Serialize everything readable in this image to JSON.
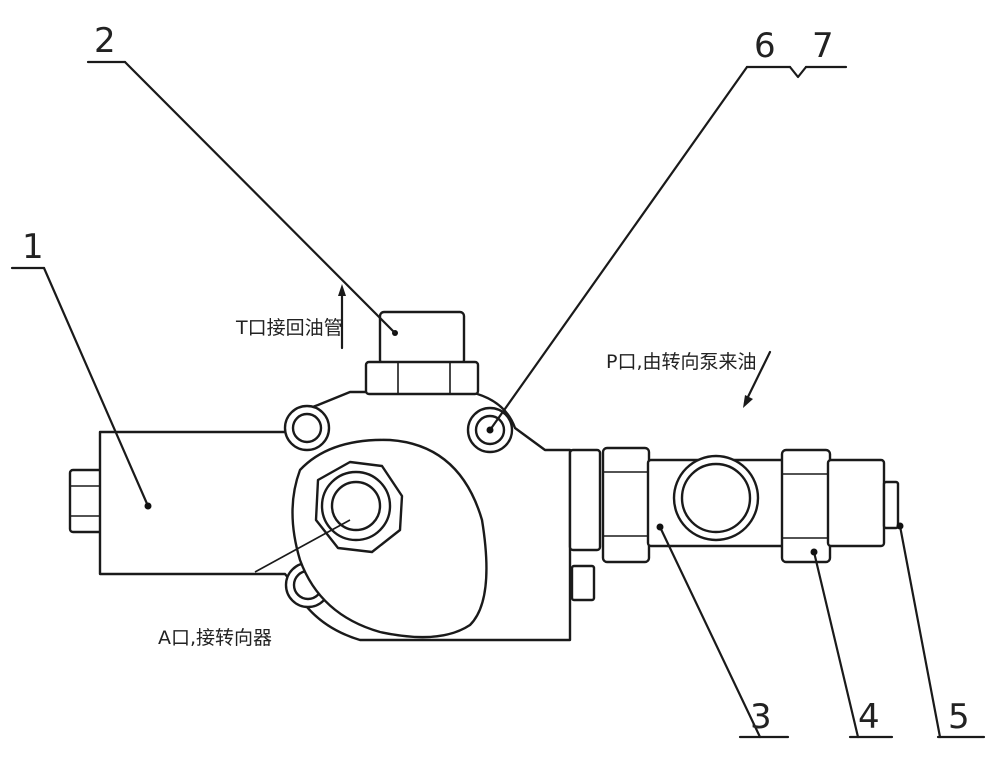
{
  "diagram": {
    "callouts": [
      "1",
      "2",
      "3",
      "4",
      "5",
      "6",
      "7"
    ],
    "annotations": {
      "t_port": "T口接回油管",
      "p_port": "P口,由转向泵来油",
      "a_port": "A口,接转向器"
    }
  }
}
